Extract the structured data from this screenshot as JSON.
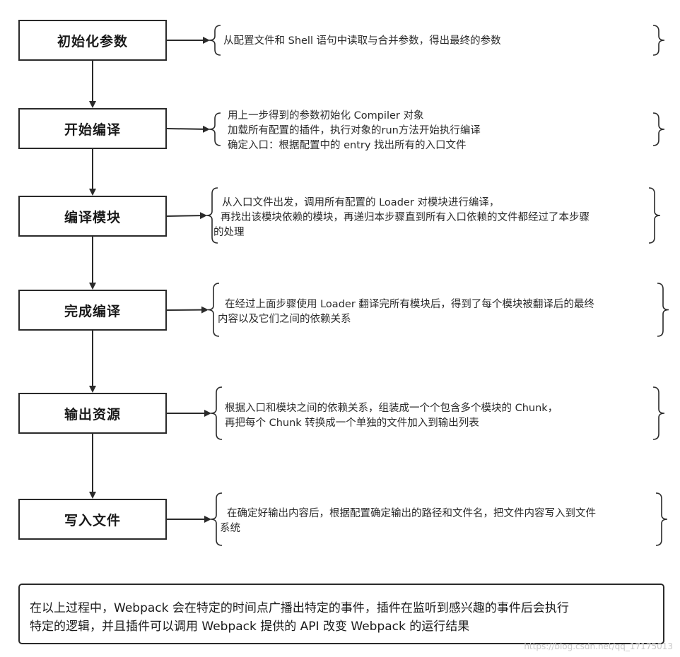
{
  "steps": [
    {
      "label": "初始化参数",
      "desc": [
        "从配置文件和 Shell 语句中读取与合并参数，得出最终的参数"
      ]
    },
    {
      "label": "开始编译",
      "desc": [
        "用上一步得到的参数初始化 Compiler 对象",
        "加载所有配置的插件，执行对象的run方法开始执行编译",
        "确定入口：根据配置中的 entry 找出所有的入口文件"
      ]
    },
    {
      "label": "编译模块",
      "desc": [
        "从入口文件出发，调用所有配置的 Loader 对模块进行编译，",
        "再找出该模块依赖的模块，再递归本步骤直到所有入口依赖的文件都经过了本步骤",
        "的处理"
      ]
    },
    {
      "label": "完成编译",
      "desc": [
        "在经过上面步骤使用 Loader 翻译完所有模块后，得到了每个模块被翻译后的最终",
        "内容以及它们之间的依赖关系"
      ]
    },
    {
      "label": "输出资源",
      "desc": [
        "根据入口和模块之间的依赖关系，组装成一个个包含多个模块的 Chunk，",
        "再把每个 Chunk 转换成一个单独的文件加入到输出列表"
      ]
    },
    {
      "label": "写入文件",
      "desc": [
        "在确定好输出内容后，根据配置确定输出的路径和文件名，把文件内容写入到文件",
        "系统"
      ]
    }
  ],
  "summary": [
    "在以上过程中，Webpack 会在特定的时间点广播出特定的事件，插件在监听到感兴趣的事件后会执行",
    "特定的逻辑，并且插件可以调用 Webpack 提供的 API 改变 Webpack 的运行结果"
  ],
  "watermark": "https://blog.csdn.net/qq_17175013",
  "colors": {
    "line": "#2a2a2a",
    "text": "#2a2a2a",
    "background": "#ffffff"
  }
}
